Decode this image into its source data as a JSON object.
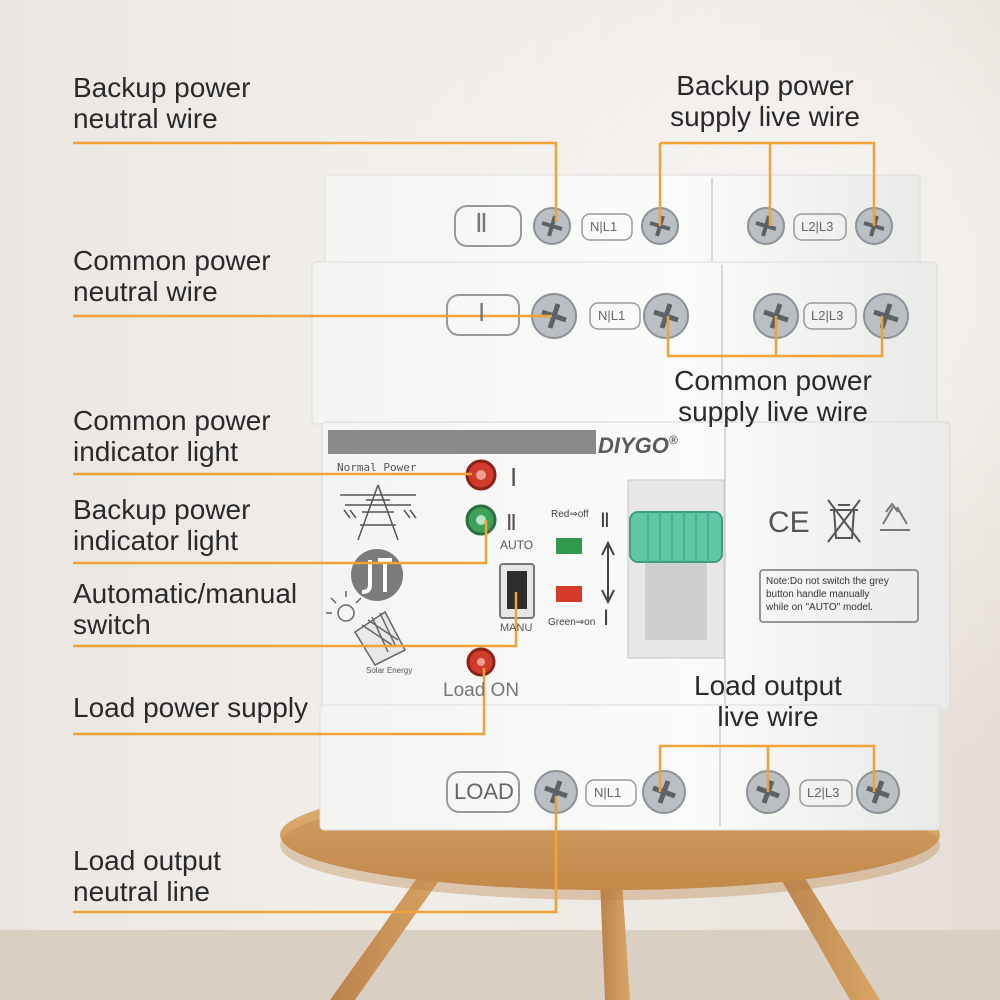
{
  "device": {
    "brand": "DIYGO",
    "registered_mark": "®",
    "terminal_labels": {
      "nl1": "N|L1",
      "l2l3": "L2|L3"
    },
    "source_symbols": {
      "source_two": "Ⅱ",
      "source_one": "I",
      "load": "LOAD"
    },
    "panel": {
      "normal_power": "Normal Power",
      "solar_energy": "Solar Energy",
      "auto": "AUTO",
      "manu": "MANU",
      "load_on": "Load ON",
      "red_off": "Red⇒off",
      "green_on": "Green⇒on",
      "indicator_one": "I",
      "indicator_two": "Ⅱ",
      "note": [
        "Note:Do not switch the grey",
        "button handle manually",
        "while on \"AUTO\" model."
      ]
    },
    "cert_marks": {
      "ce": "CE"
    }
  },
  "callouts": {
    "backup_neutral": [
      "Backup power",
      "neutral wire"
    ],
    "backup_live": [
      "Backup power",
      "supply live wire"
    ],
    "common_neutral": [
      "Common power",
      "neutral wire"
    ],
    "common_live": [
      "Common power",
      "supply live wire"
    ],
    "common_indicator": [
      "Common power",
      "indicator light"
    ],
    "backup_indicator": [
      "Backup power",
      "indicator light"
    ],
    "auto_manual": [
      "Automatic/manual",
      "switch"
    ],
    "load_supply": [
      "Load power supply"
    ],
    "load_live": [
      "Load output",
      "live wire"
    ],
    "load_neutral": [
      "Load output",
      "neutral line"
    ]
  },
  "colors": {
    "leader_line": "#f0a238",
    "handle": "#5fc7a6",
    "indicator_red": "#d03b2c",
    "indicator_green": "#3ea05a",
    "brand_bar": "#8a8a8a"
  }
}
